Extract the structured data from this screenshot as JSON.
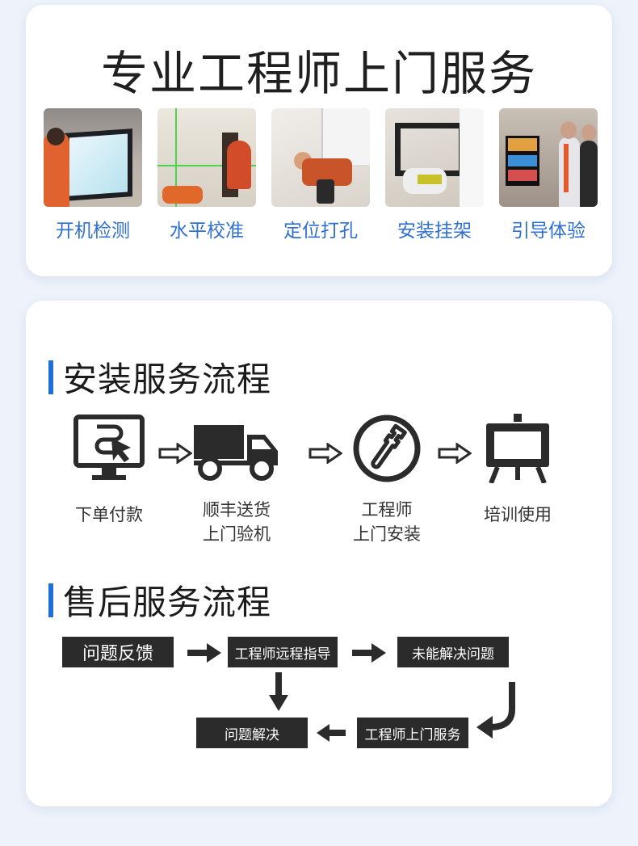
{
  "service_card": {
    "title": "专业工程师上门服务",
    "items": [
      {
        "label": "开机检测",
        "icon": "tv-check-photo"
      },
      {
        "label": "水平校准",
        "icon": "level-calibration-photo"
      },
      {
        "label": "定位打孔",
        "icon": "drilling-photo"
      },
      {
        "label": "安装挂架",
        "icon": "bracket-install-photo"
      },
      {
        "label": "引导体验",
        "icon": "demo-photo"
      }
    ]
  },
  "install_process": {
    "title": "安装服务流程",
    "steps": [
      {
        "line1": "下单付款",
        "line2": "",
        "icon": "monitor-cursor-icon"
      },
      {
        "line1": "顺丰送货",
        "line2": "上门验机",
        "icon": "truck-icon"
      },
      {
        "line1": "工程师",
        "line2": "上门安装",
        "icon": "wrench-icon"
      },
      {
        "line1": "培训使用",
        "line2": "",
        "icon": "easel-board-icon"
      }
    ]
  },
  "aftersales_process": {
    "title": "售后服务流程",
    "boxes": {
      "feedback": "问题反馈",
      "remote": "工程师远程指导",
      "unresolved": "未能解决问题",
      "onsite": "工程师上门服务",
      "solved": "问题解决"
    }
  },
  "colors": {
    "accent": "#1f6fd8",
    "label_blue": "#2f6fd1",
    "box_dark": "#2b2b2b",
    "background": "#eef3fb"
  }
}
